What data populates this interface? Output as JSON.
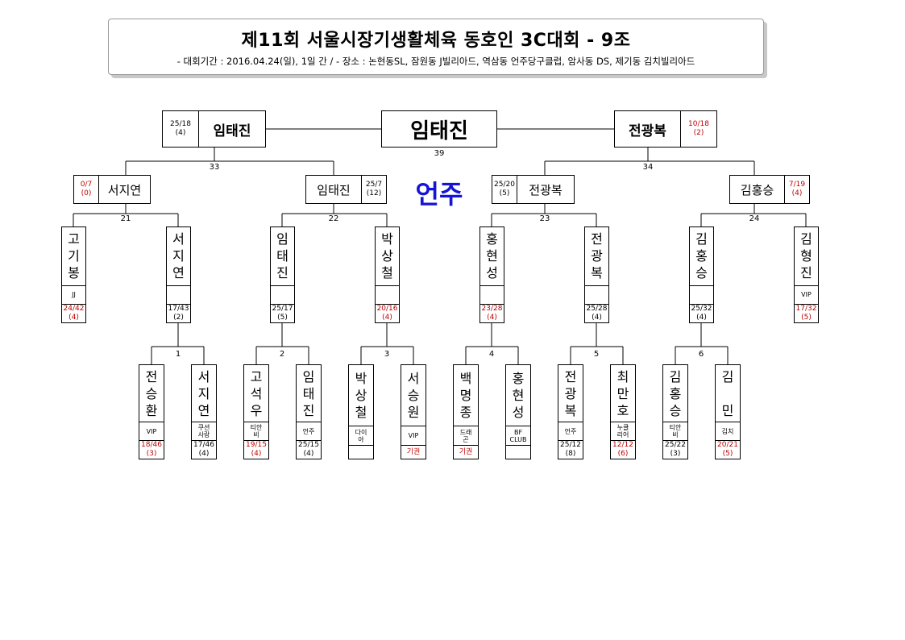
{
  "header": {
    "title": "제11회 서울시장기생활체육 동호인 3C대회 - 9조",
    "subtitle": "- 대회기간 : 2016.04.24(일), 1일 간 / - 장소 : 논현동SL, 잠원동 J빌리아드, 역삼동 언주당구클럽, 암사동 DS, 제기동 김치빌리아드"
  },
  "venue": "언주",
  "champion": {
    "name": "임태진",
    "match": "39"
  },
  "final": {
    "left": {
      "name": "임태진",
      "score": "25/18",
      "inning": "(4)"
    },
    "right": {
      "name": "전광복",
      "score": "10/18",
      "inning": "(2)"
    }
  },
  "semi_matches": [
    "33",
    "34"
  ],
  "quarter": [
    {
      "name": "서지연",
      "score": "0/7",
      "inning": "(0)"
    },
    {
      "name": "임태진",
      "score": "25/7",
      "inning": "(12)"
    },
    {
      "name": "전광복",
      "score": "25/20",
      "inning": "(5)"
    },
    {
      "name": "김홍승",
      "score": "7/19",
      "inning": "(4)"
    }
  ],
  "quarter_matches": [
    "21",
    "22",
    "23",
    "24"
  ],
  "round2": [
    {
      "name": [
        "고",
        "기",
        "봉"
      ],
      "club": "JJ",
      "score": "24/42",
      "inning": "(4)"
    },
    {
      "name": [
        "서",
        "지",
        "연"
      ],
      "club": "",
      "score": "17/43",
      "inning": "(2)"
    },
    {
      "name": [
        "임",
        "태",
        "진"
      ],
      "club": "",
      "score": "25/17",
      "inning": "(5)"
    },
    {
      "name": [
        "박",
        "상",
        "철"
      ],
      "club": "",
      "score": "20/16",
      "inning": "(4)"
    },
    {
      "name": [
        "홍",
        "현",
        "성"
      ],
      "club": "",
      "score": "23/28",
      "inning": "(4)"
    },
    {
      "name": [
        "전",
        "광",
        "복"
      ],
      "club": "",
      "score": "25/28",
      "inning": "(4)"
    },
    {
      "name": [
        "김",
        "홍",
        "승"
      ],
      "club": "",
      "score": "25/32",
      "inning": "(4)"
    },
    {
      "name": [
        "김",
        "형",
        "진"
      ],
      "club": "VIP",
      "score": "17/32",
      "inning": "(5)"
    }
  ],
  "round1_matches": [
    "1",
    "2",
    "3",
    "4",
    "5",
    "6"
  ],
  "round1": [
    {
      "name": [
        "전",
        "승",
        "환"
      ],
      "club": "VIP",
      "score": "18/46",
      "inning": "(3)"
    },
    {
      "name": [
        "서",
        "지",
        "연"
      ],
      "club": "쿠션\n사랑",
      "score": "17/46",
      "inning": "(4)"
    },
    {
      "name": [
        "고",
        "석",
        "우"
      ],
      "club": "티안\n비",
      "score": "19/15",
      "inning": "(4)"
    },
    {
      "name": [
        "임",
        "태",
        "진"
      ],
      "club": "언주",
      "score": "25/15",
      "inning": "(4)"
    },
    {
      "name": [
        "박",
        "상",
        "철"
      ],
      "club": "다이\n아",
      "score": "",
      "inning": ""
    },
    {
      "name": [
        "서",
        "승",
        "원"
      ],
      "club": "VIP",
      "score": "기권",
      "inning": ""
    },
    {
      "name": [
        "백",
        "명",
        "종"
      ],
      "club": "드래\n곤",
      "score": "기권",
      "inning": ""
    },
    {
      "name": [
        "홍",
        "현",
        "성"
      ],
      "club": "BF\nCLUB",
      "score": "",
      "inning": ""
    },
    {
      "name": [
        "전",
        "광",
        "복"
      ],
      "club": "언주",
      "score": "25/12",
      "inning": "(8)"
    },
    {
      "name": [
        "최",
        "만",
        "호"
      ],
      "club": "누클\n리어",
      "score": "12/12",
      "inning": "(6)"
    },
    {
      "name": [
        "김",
        "홍",
        "승"
      ],
      "club": "티안\n비",
      "score": "25/22",
      "inning": "(3)"
    },
    {
      "name": [
        "김",
        "",
        "민"
      ],
      "club": "김치",
      "score": "20/21",
      "inning": "(5)"
    }
  ],
  "colors": {
    "loser": "#c00000",
    "venue": "#1414d8"
  }
}
